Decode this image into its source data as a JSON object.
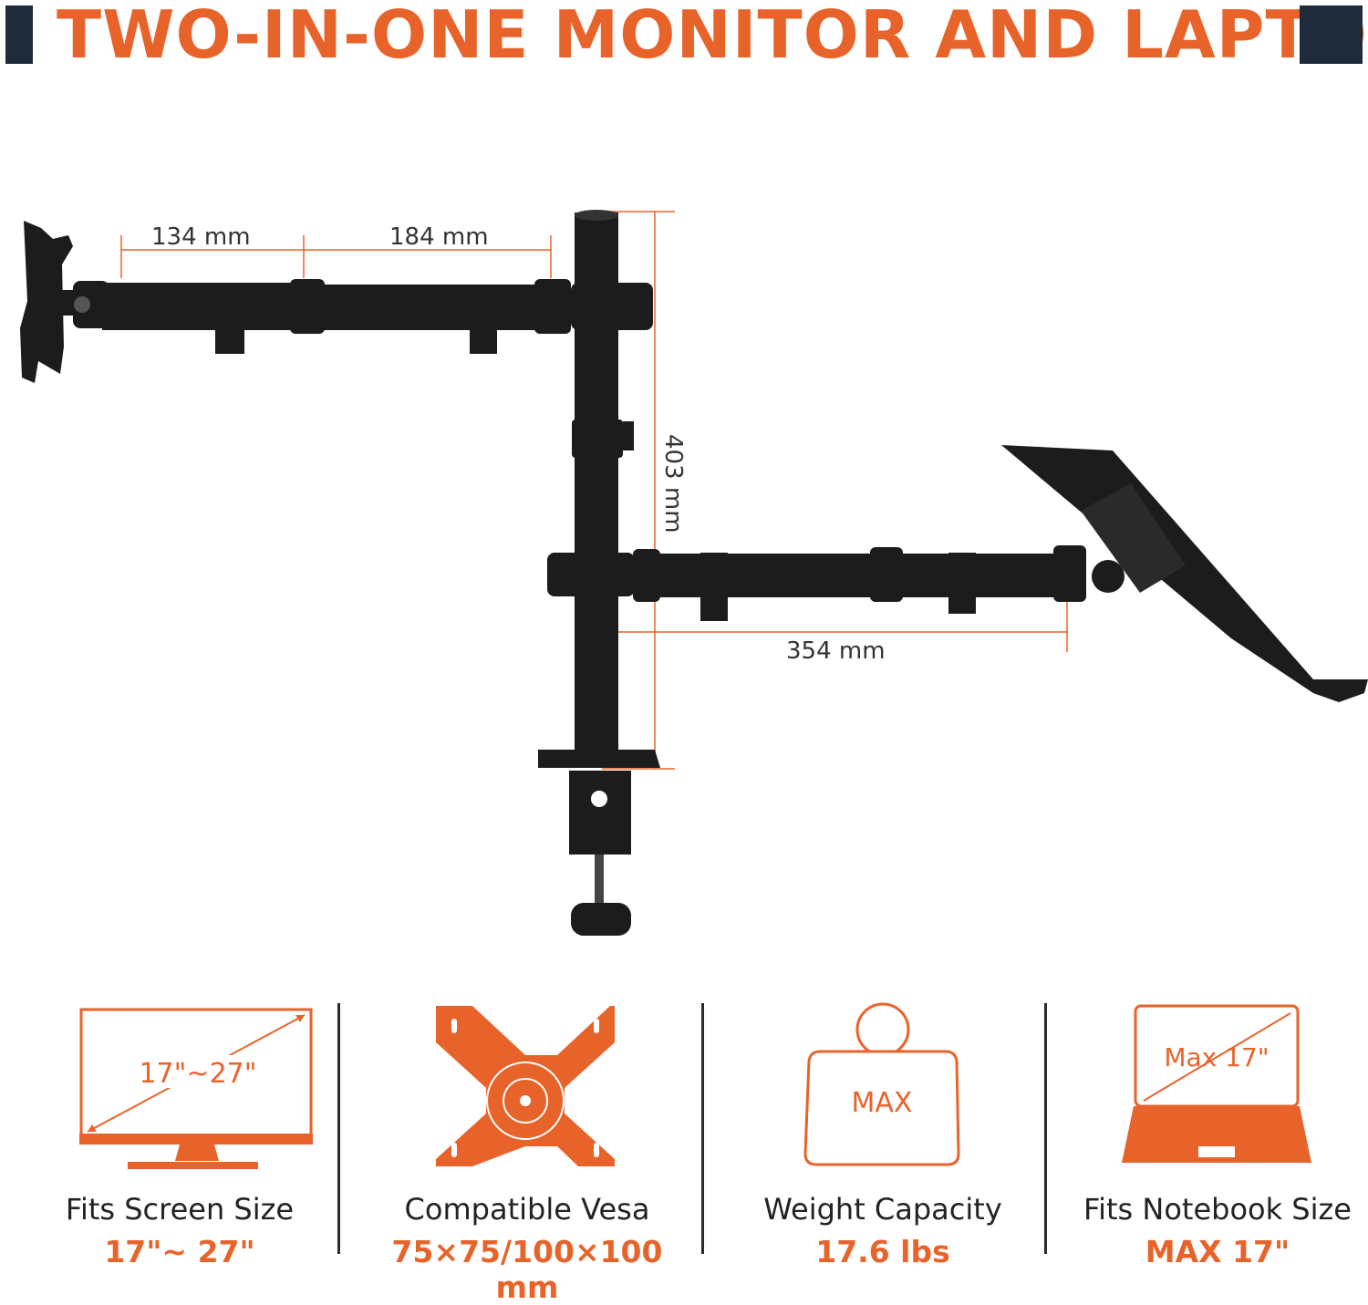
{
  "header": {
    "title": "TWO-IN-ONE MONITOR AND LAPTOP"
  },
  "dimensions": {
    "arm_segment_1": "134 mm",
    "arm_segment_2": "184 mm",
    "pole_height": "403 mm",
    "laptop_arm": "354 mm"
  },
  "features": [
    {
      "icon": "monitor-icon",
      "icon_text": "17\"~27\"",
      "label": "Fits Screen Size",
      "value": "17\"~ 27\""
    },
    {
      "icon": "vesa-plate-icon",
      "label": "Compatible Vesa",
      "value": "75×75/100×100 mm"
    },
    {
      "icon": "weight-icon",
      "icon_text": "MAX",
      "label": "Weight Capacity",
      "value": "17.6 lbs"
    },
    {
      "icon": "laptop-icon",
      "icon_text": "Max 17\"",
      "label": "Fits Notebook Size",
      "value": "MAX 17\""
    }
  ],
  "colors": {
    "accent": "#e8632a",
    "dark": "#1f2b3a",
    "metal": "#1c1c1c"
  }
}
